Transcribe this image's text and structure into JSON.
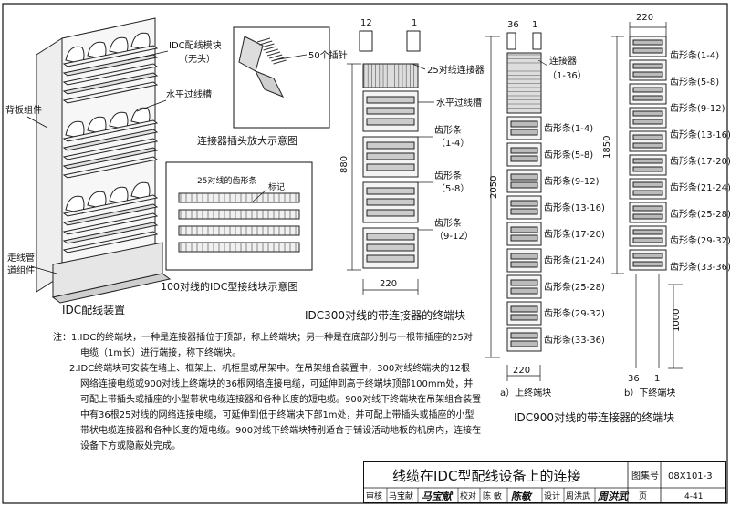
{
  "labels": {
    "idc_module": "IDC配线模块",
    "no_head": "（无头）",
    "backplate": "背板组件",
    "horiz_trough_left": "水平过线槽",
    "cable_tube": "走线管",
    "cable_tube_2": "道组件",
    "idc_device": "IDC配线装置",
    "pin50": "50个插针",
    "connector_zoom": "连接器插头放大示意图",
    "teeth25": "25对线的齿形条",
    "mark": "标记",
    "block100": "100对线的IDC型接线块示意图",
    "num12": "12",
    "num1a": "1",
    "conn25": "25对线连接器",
    "horiz_trough": "水平过线槽",
    "tooth_label": "齿形条",
    "t1": "（1-4）",
    "t2": "（5-8）",
    "t3": "（9-12）",
    "dim880": "880",
    "dim220a": "220",
    "idc300": "IDC300对线的带连接器的终端块",
    "num36": "36",
    "num1b": "1",
    "connector": "连接器",
    "connector_range": "（1-36）",
    "dim2050": "2050",
    "dim220b": "220",
    "upper_block": "a）上终端块",
    "dim220c": "220",
    "dim1850": "1850",
    "dim1000": "1000",
    "num36c": "36",
    "num1c": "1",
    "lower_block": "b）下终端块",
    "idc900": "IDC900对线的带连接器的终端块"
  },
  "teeth_mid": [
    "齿形条(1-4)",
    "齿形条(5-8)",
    "齿形条(9-12)",
    "齿形条(13-16)",
    "齿形条(17-20)",
    "齿形条(21-24)",
    "齿形条(25-28)",
    "齿形条(29-32)",
    "齿形条(33-36)"
  ],
  "teeth_right": [
    "齿形条(1-4)",
    "齿形条(5-8)",
    "齿形条(9-12)",
    "齿形条(13-16)",
    "齿形条(17-20)",
    "齿形条(21-24)",
    "齿形条(25-28)",
    "齿形条(29-32)",
    "齿形条(33-36)"
  ],
  "notes": {
    "n1a": "注：1.IDC的终端块，一种是连接器插位于顶部，称上终端块；另一种是在底部分别与一根带插座的25对",
    "n1b": "电缆（1m长）进行端接，称下终端块。",
    "n2a": "2.IDC终端块可安装在墙上、框架上、机柜里或吊架中。在吊架组合装置中，300对线终端块的12根",
    "n2b": "网络连接电缆或900对线上终端块的36根网络连接电缆，可延伸到高于终端块顶部100mm处，并",
    "n2c": "可配上带插头或插座的小型带状电缆连接器和各种长度的短电缆。900对线下终端块在吊架组合装置",
    "n2d": "中有36根25对线的网络连接电缆，可延伸到低于终端块下部1m处，并可配上带插头或插座的小型",
    "n2e": "带状电缆连接器和各种长度的短电缆。900对线下终端块特别适合于铺设活动地板的机房内，连接在",
    "n2f": "设备下方或隐蔽处完成。"
  },
  "titleblock": {
    "title": "线缆在IDC型配线设备上的连接",
    "atlas_label": "图集号",
    "atlas_no": "08X101-3",
    "review": "审核",
    "reviewer": "马宝献",
    "check": "校对",
    "checker": "陈 敏",
    "design": "设计",
    "designer": "周洪武",
    "page_label": "页",
    "page_no": "4-41"
  }
}
